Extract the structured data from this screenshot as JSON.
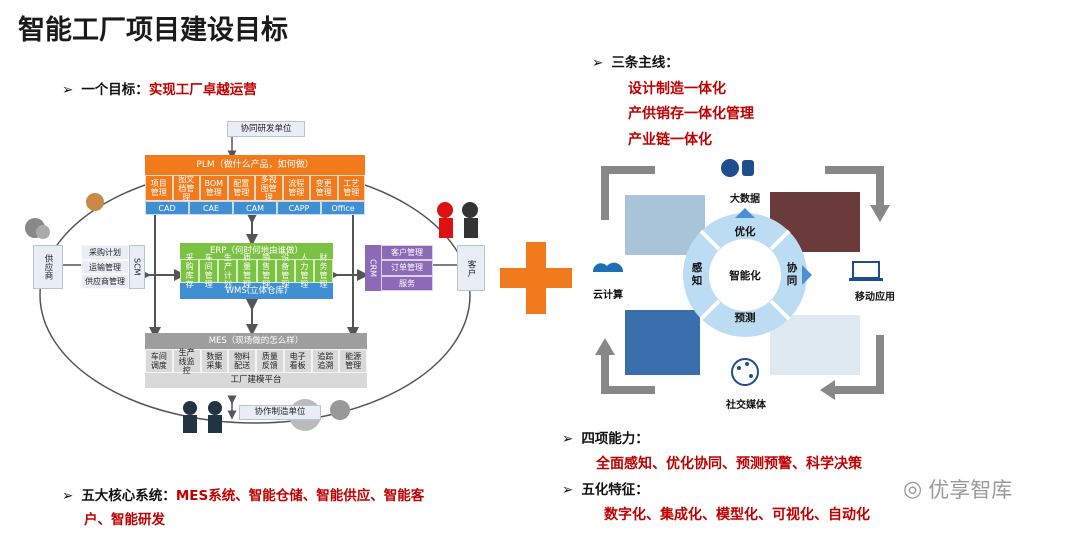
{
  "title": "智能工厂项目建设目标",
  "left": {
    "goal_prefix": "一个目标：",
    "goal_text": "实现工厂卓越运营",
    "core_prefix": "五大核心系统：",
    "core_text_1": "MES系统、智能仓储、智能供应、智能客",
    "core_text_2": "户、智能研发"
  },
  "diagram": {
    "collab_rd": "协同研发单位",
    "collab_mfg": "协作制造单位",
    "plm_title": "PLM（做什么产品，如何做）",
    "plm_items": [
      "项目管理",
      "图文档管理",
      "BOM管理",
      "配置管理",
      "多视图管理",
      "流程管理",
      "变更管理",
      "工艺管理"
    ],
    "cad_items": [
      "CAD",
      "CAE",
      "CAM",
      "CAPP",
      "Office"
    ],
    "erp_title": "ERP（何时何地由谁做）",
    "erp_items": [
      "采购库存",
      "车间管理",
      "生产计划",
      "质量管理",
      "销售管理",
      "设备管理",
      "人力管理",
      "财务管理"
    ],
    "wms": "WMS(立体仓库)",
    "mes_title": "MES（现场做的怎么样）",
    "mes_items": [
      "车间调度",
      "生产线监控",
      "数据采集",
      "物料配送",
      "质量反馈",
      "电子看板",
      "追踪追溯",
      "能源管理"
    ],
    "factory_platform": "工厂建模平台",
    "supplier": "供应商",
    "scm_items": [
      "采购计划",
      "运输管理",
      "供应商管理"
    ],
    "scm_label": "SCM",
    "crm_label": "CRM",
    "crm_items": [
      "客户管理",
      "订单管理",
      "服务"
    ],
    "customer": "客户"
  },
  "right": {
    "main_lines_label": "三条主线：",
    "main_lines": [
      "设计制造一体化",
      "产供销存一体化管理",
      "产业链一体化"
    ],
    "cycle": {
      "big_data": "大数据",
      "cloud": "云计算",
      "mobile": "移动应用",
      "social": "社交媒体",
      "center": "智能化",
      "top": "优化",
      "left": "感知",
      "right": "协同",
      "bottom": "预测"
    },
    "four_label": "四项能力：",
    "four_text": "全面感知、优化协同、预测预警、科学决策",
    "five_label": "五化特征：",
    "five_text": "数字化、集成化、模型化、可视化、自动化"
  },
  "watermark": "优享智库",
  "colors": {
    "accent_red": "#c00000",
    "plus_orange": "#f07a1c",
    "cycle_blue": "#7ab6e6"
  }
}
